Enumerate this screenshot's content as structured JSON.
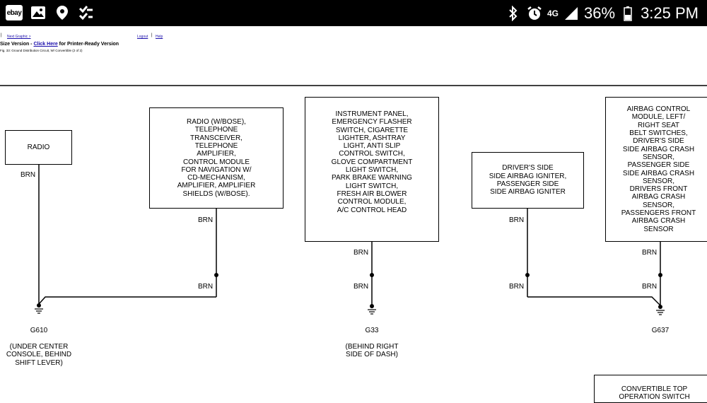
{
  "status_bar": {
    "app_icons": [
      "ebay-icon",
      "image-icon",
      "location-icon",
      "checklist-icon"
    ],
    "ebay_label": "ebay",
    "network": "4G",
    "battery": "36%",
    "time": "3:25 PM"
  },
  "page_header": {
    "bar": "|",
    "next_graphic": "Next Graphic >",
    "logout": "Logout",
    "sep": "|",
    "help": "Help",
    "version_prefix": "Size Version - ",
    "click_here": "Click Here",
    "version_suffix": " for Printer-Ready Version",
    "figure_caption": "Fig. 33: Ground Distribution Circuit, W/ Convertible (2 of 2)"
  },
  "diagram": {
    "boxes": [
      {
        "id": "radio",
        "text": "RADIO"
      },
      {
        "id": "radio-bose",
        "text": "RADIO (W/BOSE),\nTELEPHONE\nTRANSCEIVER,\nTELEPHONE\nAMPLIFIER,\nCONTROL MODULE\nFOR NAVIGATION W/\nCD-MECHANISM,\nAMPLIFIER, AMPLIFIER\nSHIELDS (W/BOSE)."
      },
      {
        "id": "instrument-panel",
        "text": "INSTRUMENT PANEL,\nEMERGENCY FLASHER\nSWITCH, CIGARETTE\nLIGHTER, ASHTRAY\nLIGHT, ANTI SLIP\nCONTROL SWITCH,\nGLOVE COMPARTMENT\nLIGHT SWITCH,\nPARK BRAKE WARNING\nLIGHT SWITCH,\nFRESH AIR BLOWER\nCONTROL MODULE,\nA/C CONTROL HEAD"
      },
      {
        "id": "airbag-igniter",
        "text": "DRIVER'S SIDE\nSIDE AIRBAG IGNITER,\nPASSENGER SIDE\nSIDE AIRBAG IGNITER"
      },
      {
        "id": "airbag-control",
        "text": "AIRBAG CONTROL\nMODULE, LEFT/\nRIGHT SEAT\nBELT SWITCHES,\nDRIVER'S SIDE\nSIDE AIRBAG CRASH\nSENSOR,\nPASSENGER SIDE\nSIDE AIRBAG CRASH\nSENSOR,\nDRIVERS FRONT\nAIRBAG CRASH\nSENSOR,\nPASSENGERS FRONT\nAIRBAG CRASH\nSENSOR"
      },
      {
        "id": "convertible-top",
        "text": "CONVERTIBLE TOP\nOPERATION SWITCH"
      }
    ],
    "wire_color": "BRN",
    "grounds": [
      {
        "id": "g610",
        "name": "G610",
        "location": "(UNDER CENTER\nCONSOLE, BEHIND\nSHIFT LEVER)"
      },
      {
        "id": "g33",
        "name": "G33",
        "location": "(BEHIND RIGHT\nSIDE OF DASH)"
      },
      {
        "id": "g637",
        "name": "G637",
        "location": ""
      }
    ]
  }
}
